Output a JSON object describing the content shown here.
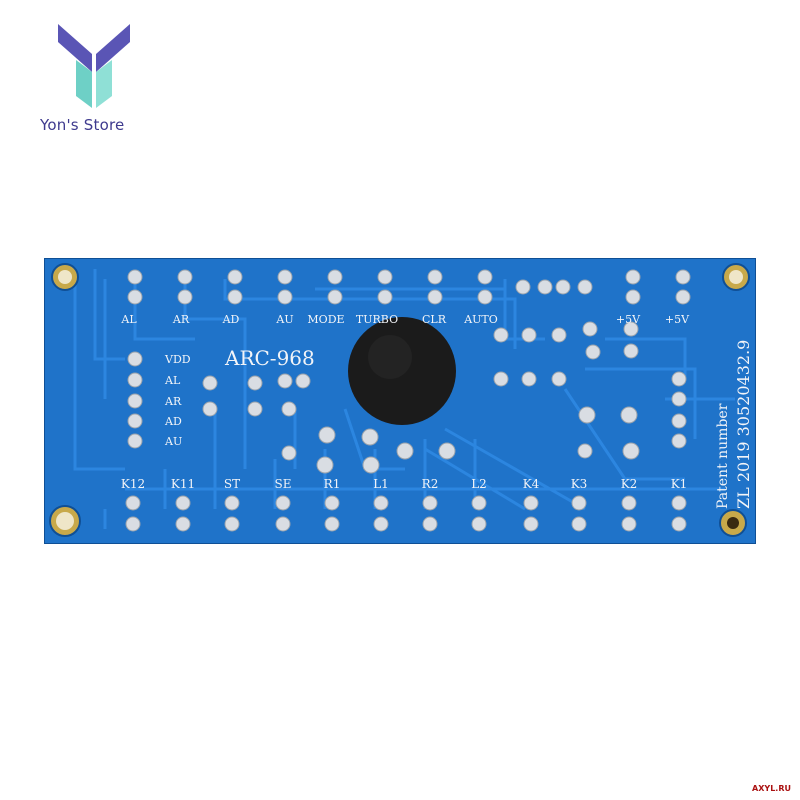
{
  "store": {
    "name": "Yon's Store"
  },
  "board": {
    "model": "ARC-968",
    "patent_line1": "Patent number",
    "patent_line2": "ZL  2019  30520432.9",
    "top_labels": [
      "AL",
      "AR",
      "AD",
      "AU",
      "MODE",
      "TURBO",
      "CLR",
      "AUTO",
      "+5V",
      "+5V"
    ],
    "left_labels": [
      "VDD",
      "AL",
      "AR",
      "AD",
      "AU"
    ],
    "bottom_labels": [
      "K12",
      "K11",
      "ST",
      "SE",
      "R1",
      "L1",
      "R2",
      "L2",
      "K4",
      "K3",
      "K2",
      "K1"
    ],
    "colors": {
      "pcb": "#1f73c9",
      "trace": "#2c86e0",
      "pad": "#d9dde3",
      "silkscreen": "#f2f4f8",
      "chip": "#1b1b1b"
    }
  },
  "watermark": "AXYL.RU"
}
